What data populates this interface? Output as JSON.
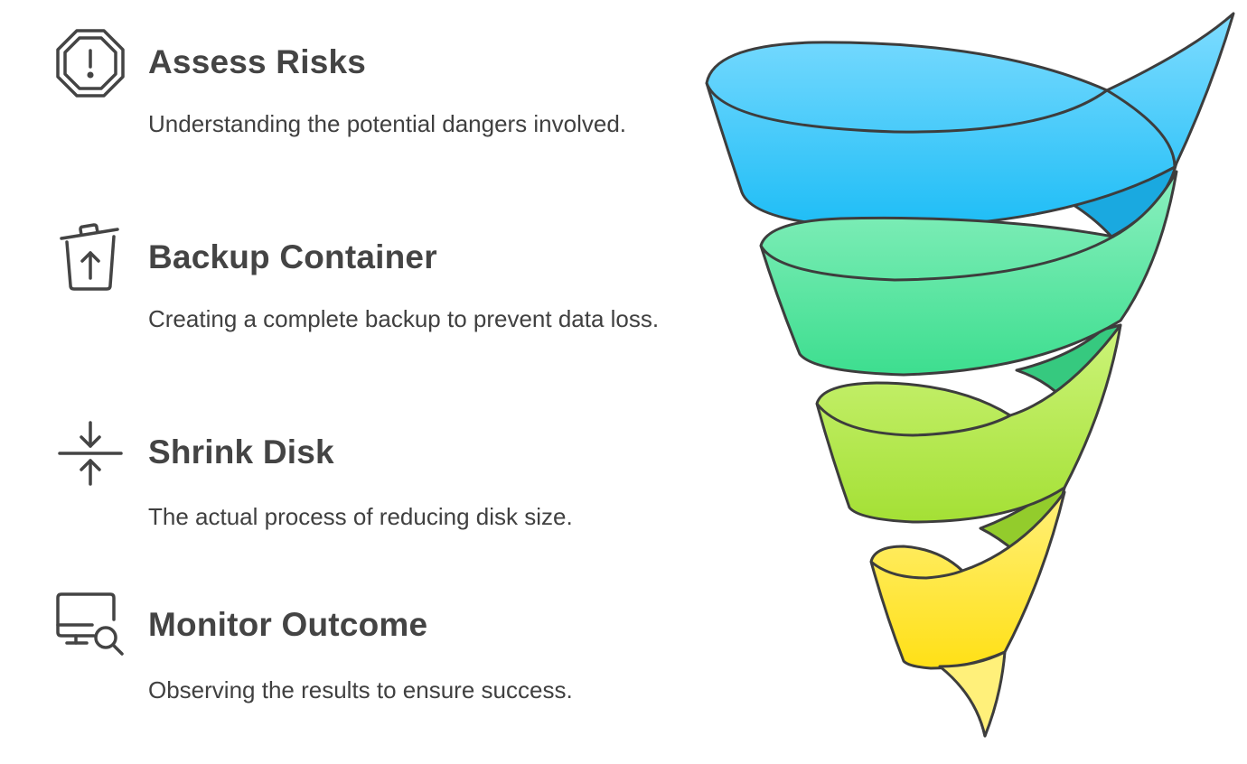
{
  "steps": [
    {
      "title": "Assess Risks",
      "description": "Understanding the potential dangers involved.",
      "icon": "warning-octagon-icon"
    },
    {
      "title": "Backup Container",
      "description": "Creating a complete backup to prevent data loss.",
      "icon": "bin-upload-icon"
    },
    {
      "title": "Shrink Disk",
      "description": "The actual process of reducing disk size.",
      "icon": "compress-arrows-icon"
    },
    {
      "title": "Monitor Outcome",
      "description": "Observing the results to ensure success.",
      "icon": "monitor-search-icon"
    }
  ],
  "colors": {
    "band_1": "#29c3f7",
    "band_2": "#4fe29f",
    "band_3": "#b2e64a",
    "band_4": "#ffe23c",
    "outline": "#3d3d3d",
    "text": "#404040"
  }
}
